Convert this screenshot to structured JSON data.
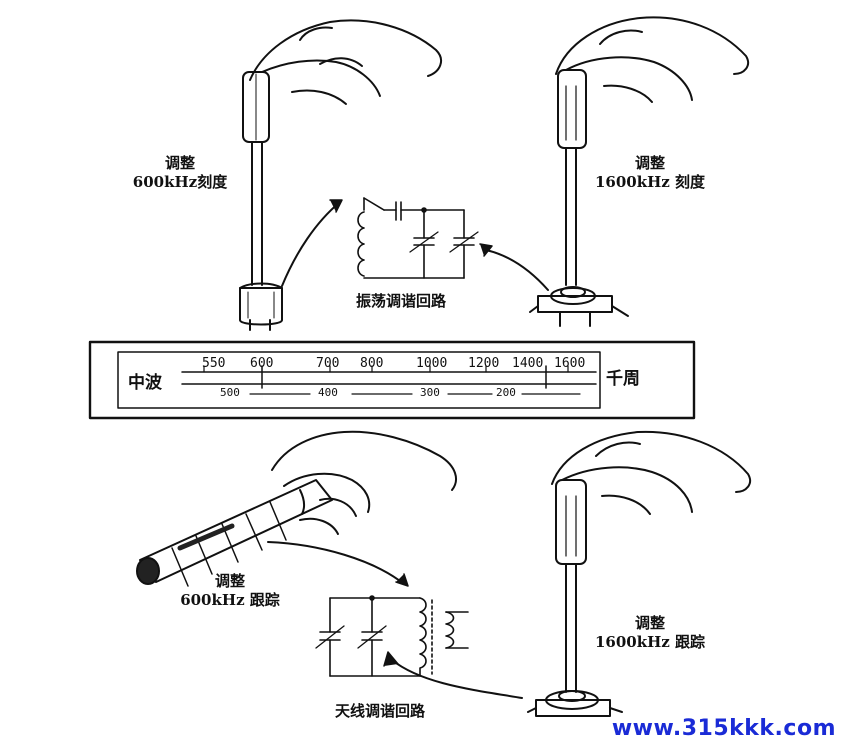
{
  "labels": {
    "top_left": [
      "调整",
      "600kHz刻度"
    ],
    "top_right": [
      "调整",
      "1600kHz 刻度"
    ],
    "osc_circuit": "振荡调谐回路",
    "bottom_left": [
      "调整",
      "600kHz 跟踪"
    ],
    "bottom_right": [
      "调整",
      "1600kHz 跟踪"
    ],
    "antenna_circuit": "天线调谐回路"
  },
  "dial": {
    "band_left": "中波",
    "band_right": "千周",
    "khz_marks": [
      "550",
      "600",
      "700",
      "800",
      "1000",
      "1200",
      "1400",
      "1600"
    ],
    "meter_marks": [
      "500",
      "400",
      "300",
      "200"
    ]
  },
  "watermark": "www.315kkk.com"
}
